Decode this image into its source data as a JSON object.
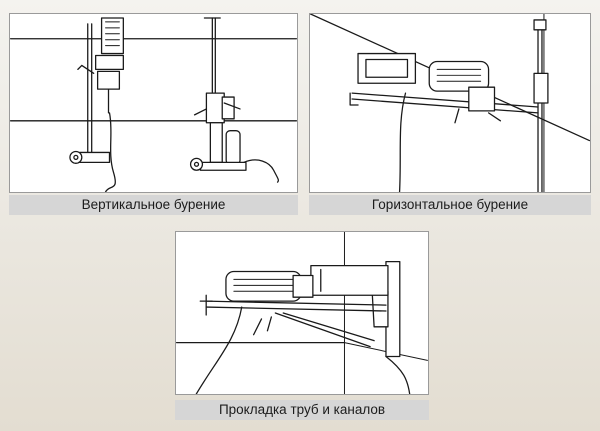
{
  "panels": [
    {
      "id": "vertical",
      "caption": "Вертикальное бурение"
    },
    {
      "id": "horizontal",
      "caption": "Горизонтальное бурение"
    },
    {
      "id": "pipes",
      "caption": "Прокладка труб и каналов"
    }
  ],
  "colors": {
    "line": "#1a1a1a",
    "caption_bg": "#d6d6d6",
    "panel_bg": "#ffffff"
  }
}
